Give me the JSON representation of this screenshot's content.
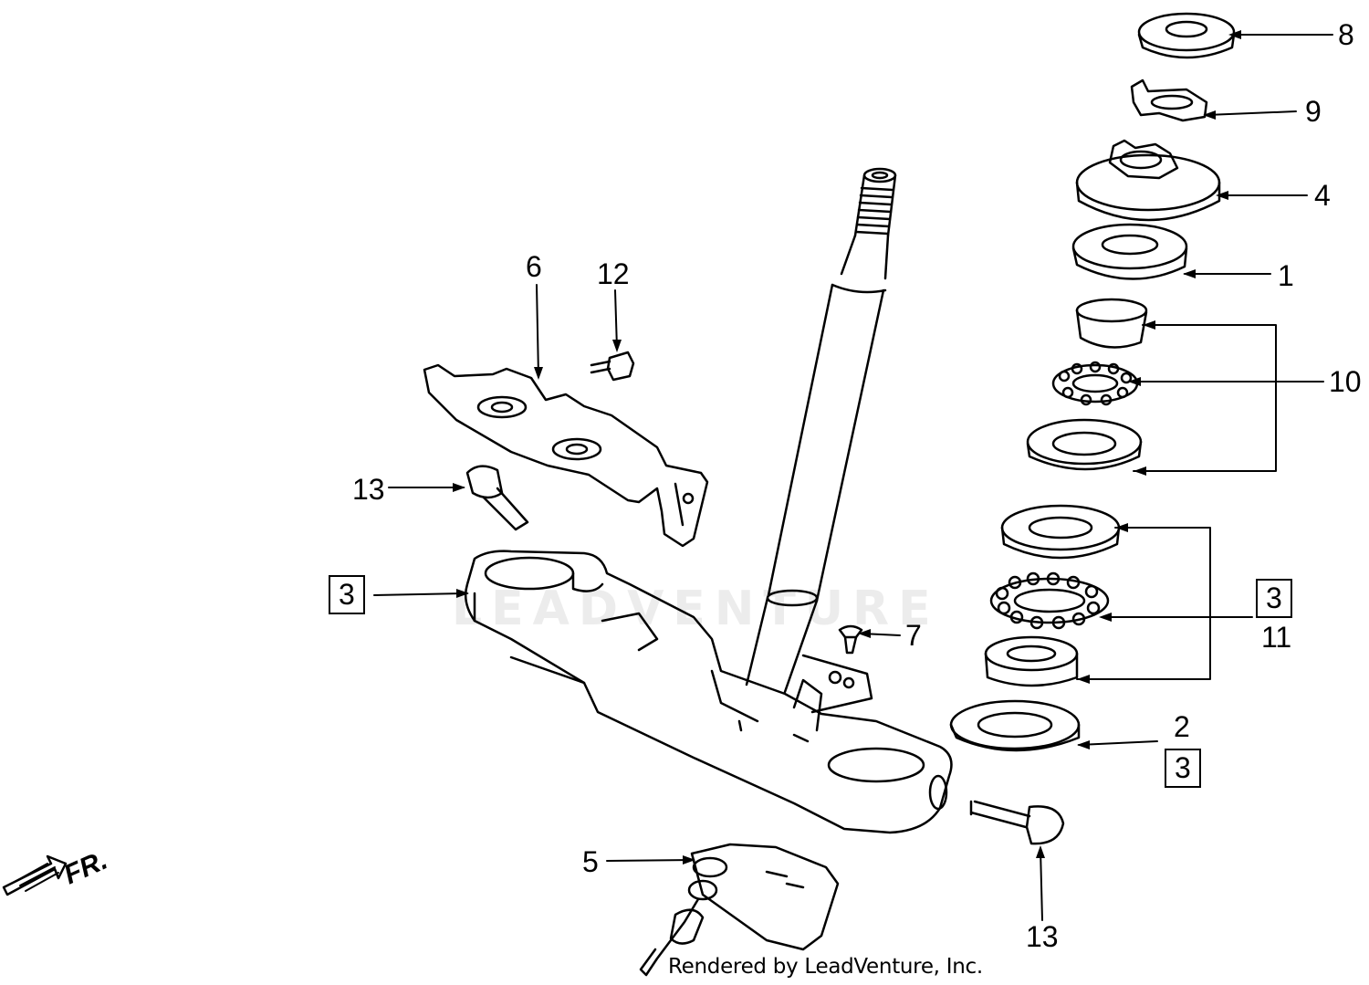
{
  "diagram": {
    "credit": "Rendered by LeadVenture, Inc.",
    "watermark_text": "LEADVENTURE",
    "direction_label": "FR.",
    "callouts": {
      "c1": "1",
      "c2": "2",
      "c3_left": "3",
      "c3_right": "3",
      "c3_bottom": "3",
      "c4": "4",
      "c5": "5",
      "c6": "6",
      "c7": "7",
      "c8": "8",
      "c9": "9",
      "c10": "10",
      "c11": "11",
      "c12": "12",
      "c13_left": "13",
      "c13_bottom": "13"
    }
  }
}
